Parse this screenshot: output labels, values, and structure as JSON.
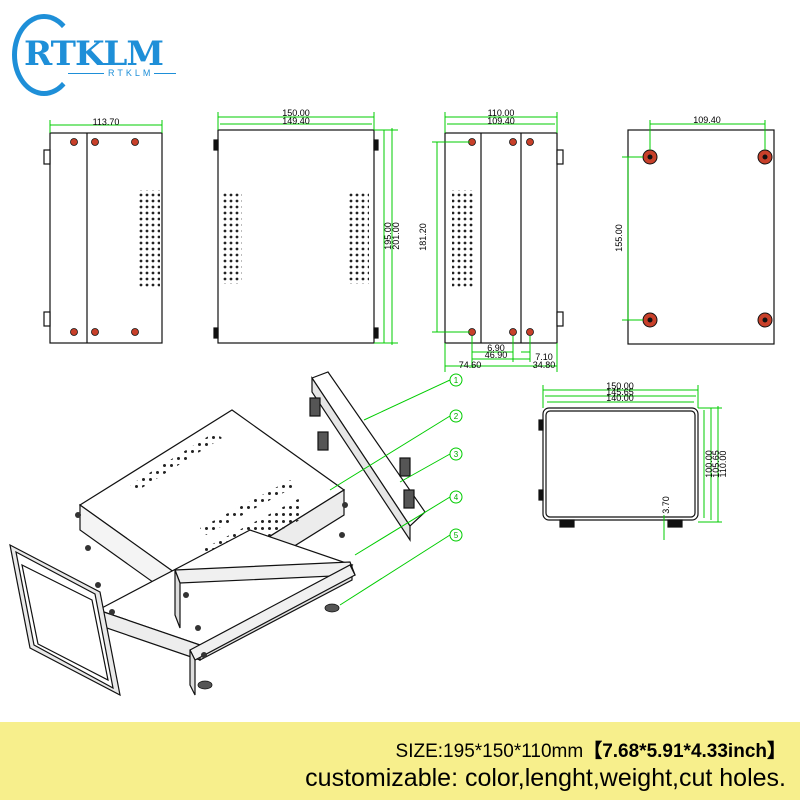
{
  "brand": {
    "logo_text": "RTKLM",
    "logo_subtext": "RTKLM"
  },
  "dimensions": {
    "side_width": "113.70",
    "front_outer": "150.00",
    "front_inner": "149.40",
    "front_height": "195.00",
    "front_total": "201.00",
    "back_outer": "110.00",
    "back_inner": "109.40",
    "back_height": "181.20",
    "back_d1": "6.90",
    "back_d2": "46.90",
    "back_d3": "74.60",
    "back_d4": "7.10",
    "back_d5": "34.80",
    "bottom_width": "109.40",
    "bottom_height": "155.00",
    "end_w1": "150.00",
    "end_w2": "145.65",
    "end_w3": "140.00",
    "end_h1": "100.00",
    "end_h2": "105.65",
    "end_h3": "110.00",
    "foot": "3.70"
  },
  "callouts": [
    "1",
    "2",
    "3",
    "4",
    "5"
  ],
  "banner": {
    "size_prefix": "SIZE:195*150*110mm",
    "size_inch": "【7.68*5.91*4.33inch】",
    "custom": "customizable: color,lenght,weight,cut holes."
  },
  "colors": {
    "dim_line": "#00cc00",
    "outline": "#111111",
    "screw": "#c8402a",
    "banner_bg": "#f7ef8c",
    "logo": "#1e8fd8"
  }
}
